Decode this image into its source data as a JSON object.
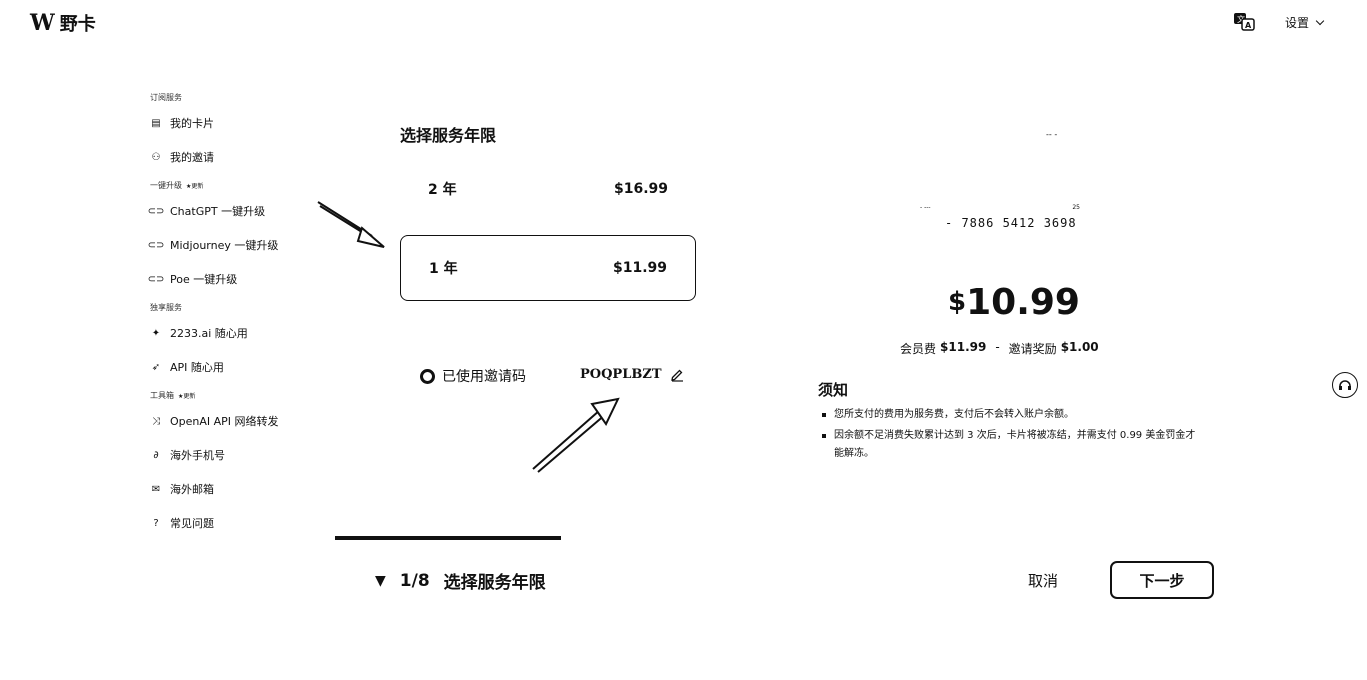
{
  "header": {
    "logo_mark": "W",
    "logo_text": "野卡",
    "language_icon": "translate-icon",
    "settings_label": "设置"
  },
  "sidebar": {
    "sections": [
      {
        "title": "订阅服务",
        "badge": "",
        "items": [
          {
            "label": "我的卡片",
            "icon": "card-icon"
          },
          {
            "label": "我的邀请",
            "icon": "users-icon"
          }
        ]
      },
      {
        "title": "一键升级",
        "badge": "★更新",
        "items": [
          {
            "label": "ChatGPT 一键升级",
            "icon": "link-icon"
          },
          {
            "label": "Midjourney 一键升级",
            "icon": "link-icon"
          },
          {
            "label": "Poe 一键升级",
            "icon": "link-icon"
          }
        ]
      },
      {
        "title": "独享服务",
        "badge": "",
        "items": [
          {
            "label": "2233.ai 随心用",
            "icon": "sparkle-icon"
          },
          {
            "label": "API 随心用",
            "icon": "rocket-icon"
          }
        ]
      },
      {
        "title": "工具箱",
        "badge": "★更新",
        "items": [
          {
            "label": "OpenAI API 网络转发",
            "icon": "shuffle-icon"
          },
          {
            "label": "海外手机号",
            "icon": "link-icon"
          },
          {
            "label": "海外邮箱",
            "icon": "mail-icon"
          },
          {
            "label": "常见问题",
            "icon": "question-icon"
          }
        ]
      }
    ]
  },
  "main": {
    "title": "选择服务年限",
    "plans": [
      {
        "label": "2 年",
        "price": "$16.99",
        "selected": false
      },
      {
        "label": "1 年",
        "price": "$11.99",
        "selected": true
      }
    ],
    "invite_label": "已使用邀请码",
    "invite_code": "POQPLBZT",
    "step_counter": "1/8",
    "step_title": "选择服务年限"
  },
  "summary": {
    "card_mask": "-- -",
    "card_small_left": "- ---",
    "card_small_right": "25",
    "card_number": "- 7886 5412 3698",
    "price_currency": "$",
    "price_value": "10.99",
    "fee_label": "会员费",
    "fee_value": "$11.99",
    "separator": "-",
    "reward_label": "邀请奖励",
    "reward_value": "$1.00",
    "notice_title": "须知",
    "notices": [
      "您所支付的费用为服务费，支付后不会转入账户余额。",
      "因余额不足消费失败累计达到 3 次后，卡片将被冻结，并需支付 0.99 美金罚金才能解冻。"
    ]
  },
  "actions": {
    "cancel_label": "取消",
    "next_label": "下一步"
  },
  "floating": {
    "help_icon": "support-icon"
  }
}
